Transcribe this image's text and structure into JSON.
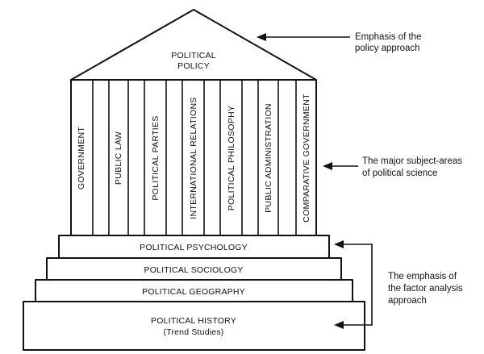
{
  "pediment": {
    "title_line1": "POLITICAL",
    "title_line2": "POLICY"
  },
  "columns": [
    "GOVERNMENT",
    "PUBLIC LAW",
    "POLITICAL PARTIES",
    "INTERNATIONAL RELATIONS",
    "POLITICAL PHILOSOPHY",
    "PUBLIC ADMINISTRATION",
    "COMPARATIVE GOVERNMENT"
  ],
  "steps": [
    {
      "line1": "POLITICAL PSYCHOLOGY",
      "line2": ""
    },
    {
      "line1": "POLITICAL SOCIOLOGY",
      "line2": ""
    },
    {
      "line1": "POLITICAL GEOGRAPHY",
      "line2": ""
    },
    {
      "line1": "POLITICAL HISTORY",
      "line2": "(Trend Studies)"
    }
  ],
  "annotations": {
    "policy": {
      "line1": "Emphasis of the",
      "line2": "policy approach"
    },
    "subjects": {
      "line1": "The major subject-areas",
      "line2": "of political science"
    },
    "factor": {
      "line1": "The  emphasis  of",
      "line2": "the factor analysis",
      "line3": "approach"
    }
  }
}
